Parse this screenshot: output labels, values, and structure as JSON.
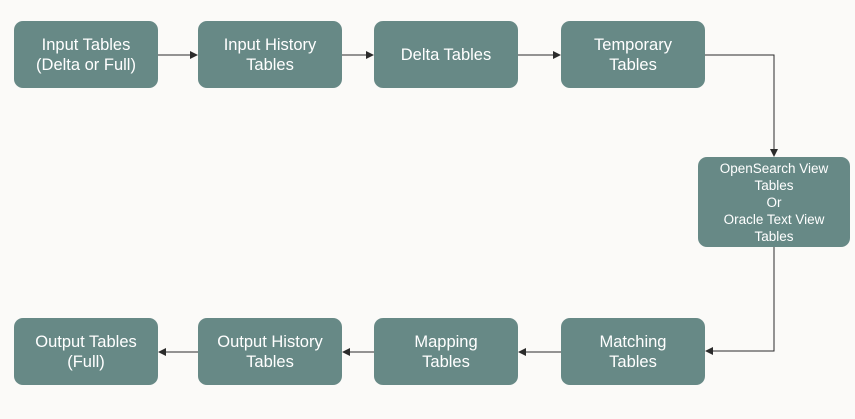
{
  "nodes": {
    "input_tables": [
      "Input Tables",
      "(Delta or Full)"
    ],
    "input_history_tables": [
      "Input History",
      "Tables"
    ],
    "delta_tables": [
      "Delta Tables"
    ],
    "temporary_tables": [
      "Temporary",
      "Tables"
    ],
    "view_tables": [
      "OpenSearch View",
      "Tables",
      "Or",
      "Oracle Text View",
      "Tables"
    ],
    "matching_tables": [
      "Matching",
      "Tables"
    ],
    "mapping_tables": [
      "Mapping",
      "Tables"
    ],
    "output_history_tables": [
      "Output History",
      "Tables"
    ],
    "output_tables": [
      "Output Tables",
      "(Full)"
    ]
  },
  "edges": [
    [
      "input_tables",
      "input_history_tables"
    ],
    [
      "input_history_tables",
      "delta_tables"
    ],
    [
      "delta_tables",
      "temporary_tables"
    ],
    [
      "temporary_tables",
      "view_tables"
    ],
    [
      "view_tables",
      "matching_tables"
    ],
    [
      "matching_tables",
      "mapping_tables"
    ],
    [
      "mapping_tables",
      "output_history_tables"
    ],
    [
      "output_history_tables",
      "output_tables"
    ]
  ],
  "colors": {
    "node_fill": "#678986",
    "node_text": "#ffffff",
    "edge": "#2b2b2b",
    "background": "#fbfaf8"
  }
}
